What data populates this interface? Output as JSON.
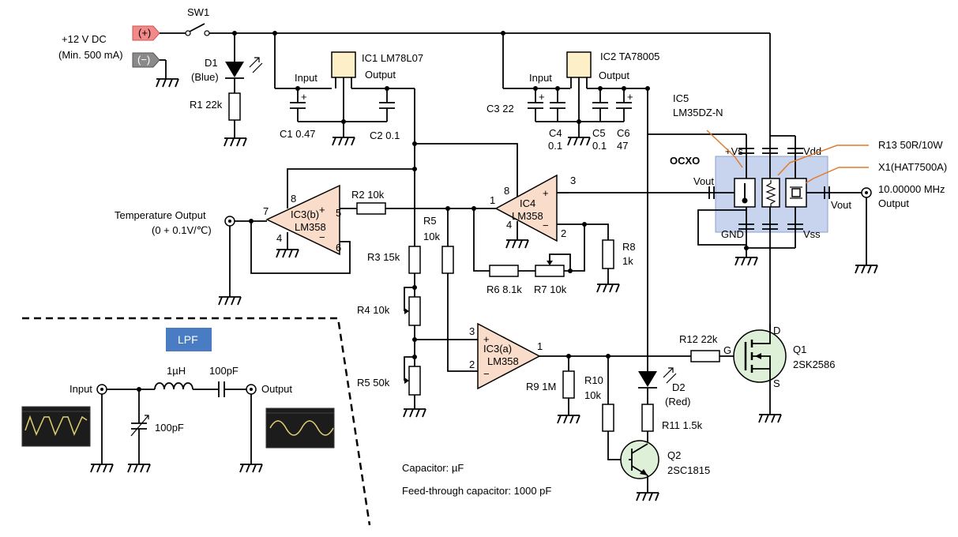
{
  "power": {
    "line1": "+12 V DC",
    "line2": "(Min. 500 mA)",
    "plus": "(+)",
    "minus": "(−)",
    "switch": "SW1"
  },
  "d1": {
    "name": "D1",
    "color": "(Blue)"
  },
  "r1": "R1 22k",
  "ic1": {
    "name": "IC1 LM78L07",
    "input": "Input",
    "output": "Output"
  },
  "ic2": {
    "name": "IC2 TA78005",
    "input": "Input",
    "output": "Output"
  },
  "caps": {
    "c1": "C1 0.47",
    "c2": "C2 0.1",
    "c3": "C3 22",
    "c4a": "C4",
    "c4b": "0.1",
    "c5a": "C5",
    "c5b": "0.1",
    "c6a": "C6",
    "c6b": "47"
  },
  "ic5": {
    "line1": "IC5",
    "line2": "LM35DZ-N"
  },
  "ocxo": {
    "title": "OCXO",
    "vs": "+Vs",
    "vdd": "Vdd",
    "vout_in": "Vout",
    "vout_out": "Vout",
    "gnd": "GND",
    "vss": "Vss"
  },
  "r13": "R13 50R/10W",
  "x1": "X1(HAT7500A)",
  "output": {
    "line1": "10.00000 MHz",
    "line2": "Output"
  },
  "temp": {
    "line1": "Temperature Output",
    "line2": "(0 + 0.1V/℃)"
  },
  "ic3b": {
    "l1": "IC3(b)",
    "l2": "LM358",
    "p8": "8",
    "p7": "7",
    "p5": "5",
    "p4": "4",
    "p6": "6"
  },
  "ic4": {
    "l1": "IC4",
    "l2": "LM358",
    "p8": "8",
    "p1": "1",
    "p3": "3",
    "p4": "4",
    "p2": "2"
  },
  "ic3a": {
    "l1": "IC3(a)",
    "l2": "LM358",
    "p3": "3",
    "p2": "2",
    "p1": "1"
  },
  "resistors": {
    "r2": "R2 10k",
    "r3": "R3 15k",
    "r4": "R4 10k",
    "r5a": "R5",
    "r5b": "10k",
    "r5pot": "R5 50k",
    "r6": "R6 8.1k",
    "r7": "R7 10k",
    "r8a": "R8",
    "r8b": "1k",
    "r9": "R9 1M",
    "r10a": "R10",
    "r10b": "10k",
    "r11": "R11 1.5k",
    "r12": "R12 22k"
  },
  "d2": {
    "name": "D2",
    "color": "(Red)"
  },
  "q1": {
    "name": "Q1",
    "part": "2SK2586",
    "d": "D",
    "g": "G",
    "s": "S"
  },
  "q2": {
    "name": "Q2",
    "part": "2SC1815"
  },
  "notes": {
    "cap": "Capacitor: µF",
    "feed": "Feed-through capacitor: 1000 pF"
  },
  "lpf": {
    "badge": "LPF",
    "input": "Input",
    "output": "Output",
    "l": "1µH",
    "c_series": "100pF",
    "c_var": "100pF"
  },
  "colors": {
    "opamp_fill": "#f9dcc9",
    "regulator_fill": "#fdf0c8",
    "ocxo_fill": "#c8d4ee",
    "lpf_badge": "#4a7cc4",
    "transistor_fill": "#dff0d8",
    "terminal_plus": "#f28a8a",
    "terminal_minus": "#8a8a8a",
    "leader": "#e07a2c"
  }
}
